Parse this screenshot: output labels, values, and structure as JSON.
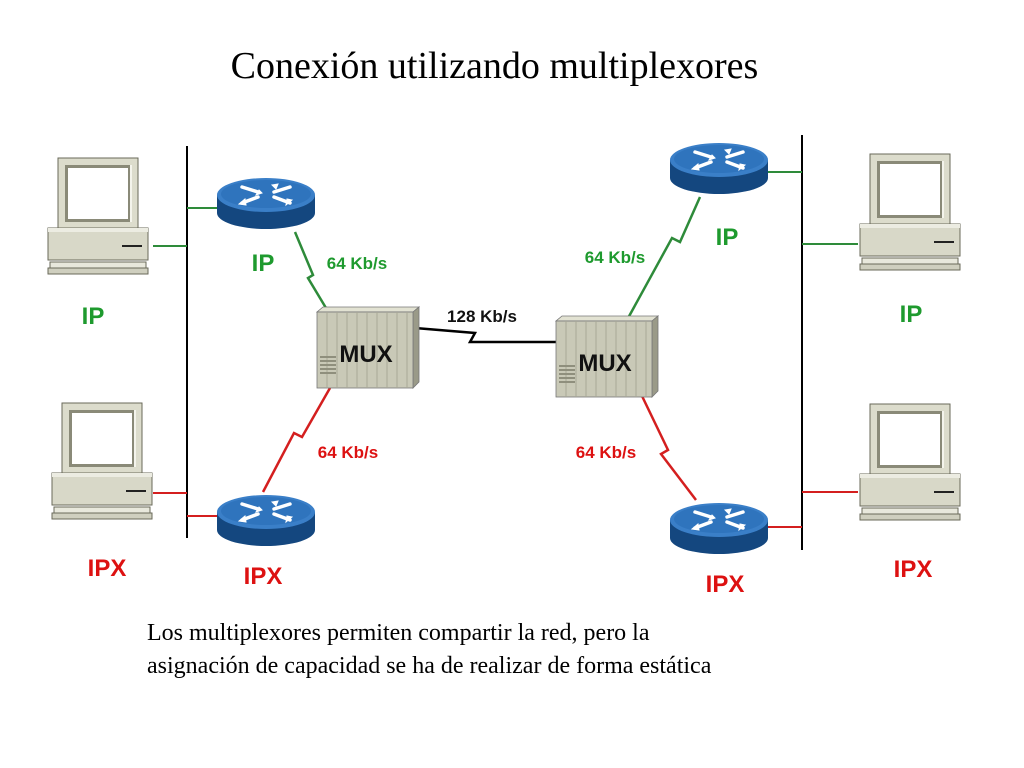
{
  "title": "Conexión utilizando multiplexores",
  "caption": {
    "line1": "Los multiplexores permiten compartir la red, pero la",
    "line2": "asignación de capacidad se ha de realizar de forma estática"
  },
  "colors": {
    "ip_link": "#2e8b3a",
    "ipx_link": "#d41f1f",
    "trunk": "#000000",
    "router": "#2b6fb5",
    "ip_text": "#1e9a2e",
    "ipx_text": "#dd1111"
  },
  "left": {
    "host_ip": "IP",
    "host_ipx": "IPX",
    "router_ip": "IP",
    "router_ipx": "IPX",
    "ip_rate": "64 Kb/s",
    "ipx_rate": "64 Kb/s",
    "mux": "MUX"
  },
  "right": {
    "host_ip": "IP",
    "host_ipx": "IPX",
    "router_ip": "IP",
    "router_ipx": "IPX",
    "ip_rate": "64 Kb/s",
    "ipx_rate": "64 Kb/s",
    "mux": "MUX"
  },
  "trunk_rate": "128 Kb/s",
  "icons": {
    "computer": "computer-icon",
    "router": "router-icon",
    "mux": "multiplexer-icon"
  }
}
